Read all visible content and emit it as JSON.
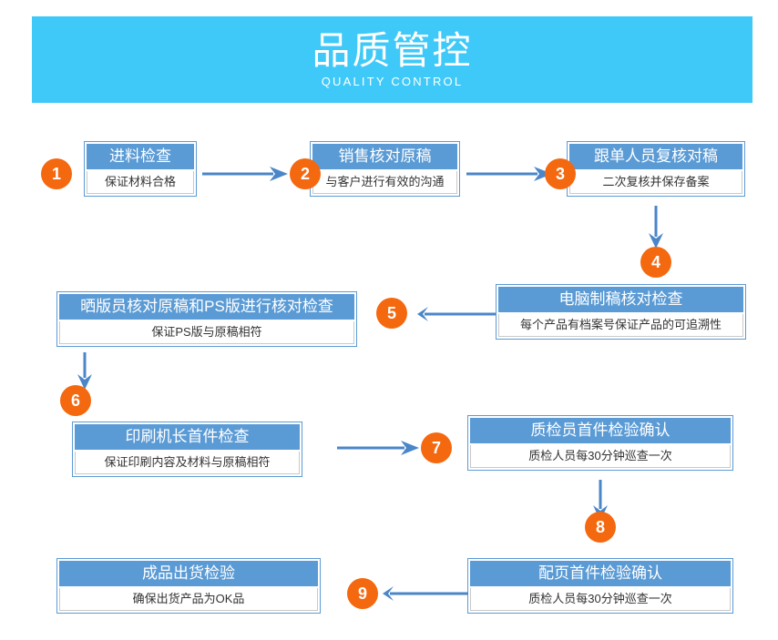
{
  "banner": {
    "title": "品质管控",
    "subtitle": "QUALITY CONTROL",
    "background_color": "#3fc9f9",
    "text_color": "#ffffff"
  },
  "theme": {
    "box_header_color": "#5b9bd5",
    "box_border_color": "#5b9bd5",
    "badge_color": "#f4680f",
    "arrow_color": "#4a86c8",
    "body_text_color": "#333333"
  },
  "flow": {
    "steps": [
      {
        "number": "1",
        "title": "进料检查",
        "detail": "保证材料合格"
      },
      {
        "number": "2",
        "title": "销售核对原稿",
        "detail": "与客户进行有效的沟通"
      },
      {
        "number": "3",
        "title": "跟单人员复核对稿",
        "detail": "二次复核并保存备案"
      },
      {
        "number": "4",
        "title": "电脑制稿核对检查",
        "detail": "每个产品有档案号保证产品的可追溯性"
      },
      {
        "number": "5",
        "title": "晒版员核对原稿和PS版进行核对检查",
        "detail": "保证PS版与原稿相符"
      },
      {
        "number": "6",
        "title": "印刷机长首件检查",
        "detail": "保证印刷内容及材料与原稿相符"
      },
      {
        "number": "7",
        "title": "质检员首件检验确认",
        "detail": "质检人员每30分钟巡查一次"
      },
      {
        "number": "8",
        "title": "配页首件检验确认",
        "detail": "质检人员每30分钟巡查一次"
      },
      {
        "number": "9",
        "title": "成品出货检验",
        "detail": "确保出货产品为OK品"
      }
    ],
    "connectors": [
      {
        "name": "arrow-step1-to-step2",
        "direction": "right"
      },
      {
        "name": "arrow-step2-to-step3",
        "direction": "right"
      },
      {
        "name": "arrow-step3-to-step4",
        "direction": "down"
      },
      {
        "name": "arrow-step4-to-step5",
        "direction": "left"
      },
      {
        "name": "arrow-step5-to-step6",
        "direction": "down"
      },
      {
        "name": "arrow-step6-to-step7",
        "direction": "right"
      },
      {
        "name": "arrow-step7-to-step8",
        "direction": "down"
      },
      {
        "name": "arrow-step8-to-step9",
        "direction": "left"
      }
    ]
  }
}
